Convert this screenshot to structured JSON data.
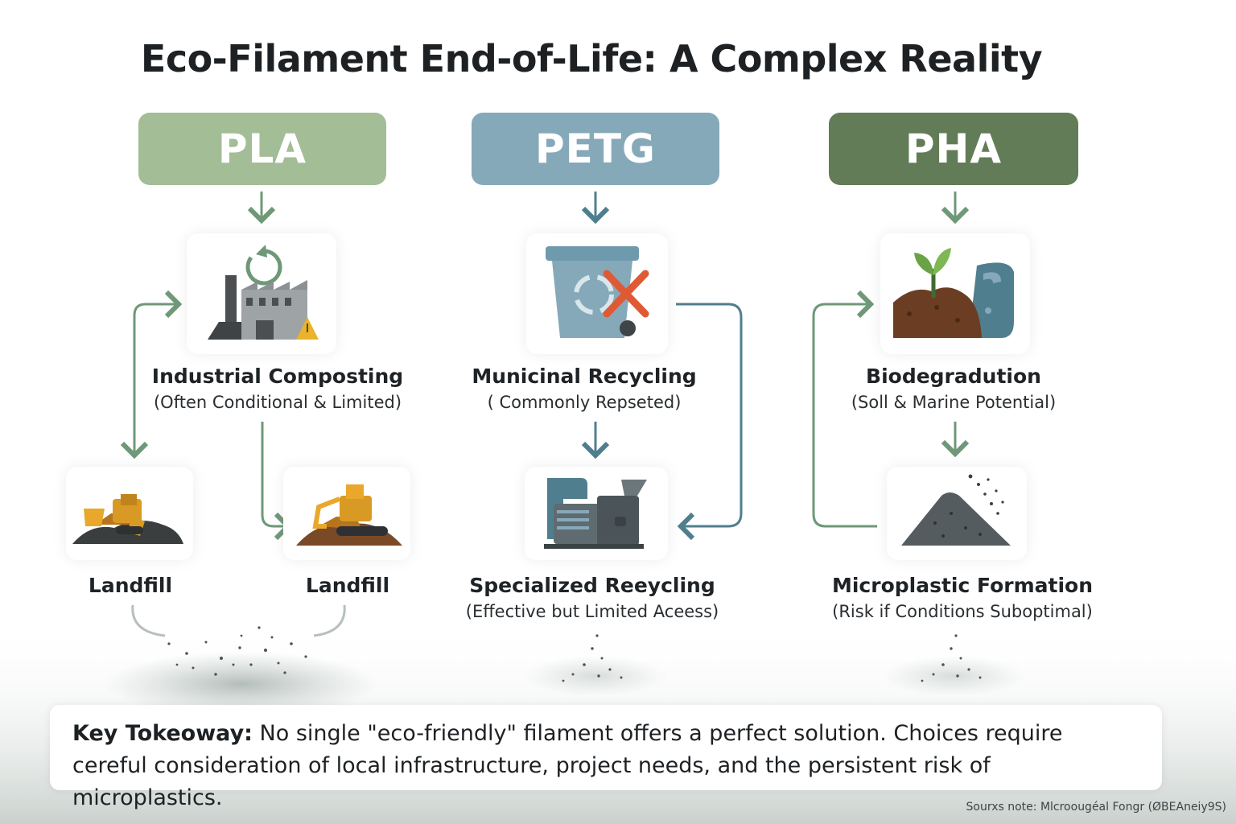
{
  "title": "Eco-Filament End-of-Life: A Complex Reality",
  "materials": {
    "pla": "PLA",
    "petg": "PETG",
    "pha": "PHA"
  },
  "nodes": {
    "industrial_composting": {
      "label": "Industrial Composting",
      "note": "(Often Conditional & Limited)"
    },
    "municipal_recycling": {
      "label": "Municinal Recycling",
      "note": "( Commonly Repseted)"
    },
    "biodegradation": {
      "label": "Biodegradution",
      "note": "(Soll & Marine Potential)"
    },
    "landfill_left": {
      "label": "Landfill"
    },
    "landfill_right": {
      "label": "Landfill"
    },
    "specialized_recycling": {
      "label": "Specialized Reeycling",
      "note": "(Effective but Limited Aceess)"
    },
    "microplastic_formation": {
      "label": "Microplastic Formation",
      "note": "(Risk if Conditions Suboptimal)"
    }
  },
  "takeaway": {
    "heading": "Key Tokeoway:",
    "text": " No single \"eco-friendly\" filament offers a perfect solution. Choices require cereful consideration of local infrastructure, project needs, and the persistent risk of microplastics."
  },
  "source_note": "Sourxs note: Mlcroougéal Fongr (ØBEAneiy9S)",
  "colors": {
    "pla": "#a3bd96",
    "petg": "#86a9ba",
    "pha": "#627c57",
    "arrow_green": "#6e9878",
    "arrow_blue": "#4f7f8e",
    "warning": "#e9b42c",
    "cross": "#df5a34",
    "machinery": "#d89a24"
  },
  "icons": {
    "composting": "factory-recycle-icon",
    "recycling": "recycle-bin-crossed-icon",
    "biodegradation": "sprout-soil-wave-icon",
    "landfill": "bulldozer-icon",
    "specialized": "recycling-machine-icon",
    "microplastic": "particle-pile-icon"
  }
}
